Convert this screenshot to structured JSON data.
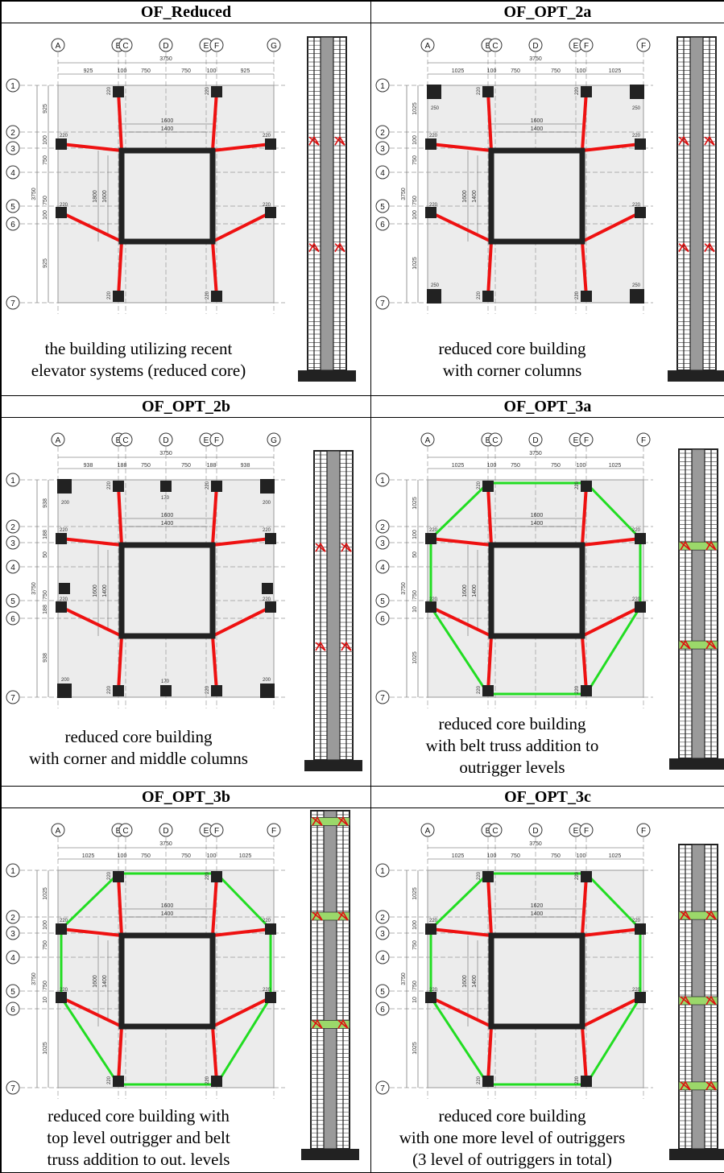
{
  "panels": [
    {
      "title": "OF_Reduced",
      "caption": [
        "the building utilizing recent",
        "elevator systems (reduced core)"
      ],
      "grid_cols": [
        "A",
        "B",
        "C",
        "D",
        "E",
        "F",
        "G"
      ],
      "grid_rows": [
        "1",
        "2",
        "3",
        "4",
        "5",
        "6",
        "7"
      ],
      "overall_dim": "3750",
      "top_dims": [
        "925",
        "100",
        "750",
        "750",
        "100",
        "925"
      ],
      "left_dims": [
        "925",
        "100",
        "750",
        "3750",
        "750",
        "100",
        "925"
      ],
      "inner_dims": [
        "1600",
        "1400",
        "1800",
        "1600"
      ],
      "col_dim": "220",
      "corner_columns": false,
      "middle_columns": false,
      "belt_truss": false,
      "outrigger_levels": [
        0.3,
        0.62
      ],
      "belt_levels": []
    },
    {
      "title": "OF_OPT_2a",
      "caption": [
        "reduced core building",
        "with corner columns"
      ],
      "grid_cols": [
        "A",
        "B",
        "C",
        "D",
        "E",
        "F",
        "F"
      ],
      "grid_rows": [
        "1",
        "2",
        "3",
        "4",
        "5",
        "6",
        "7"
      ],
      "overall_dim": "3750",
      "top_dims": [
        "1025",
        "100",
        "750",
        "750",
        "100",
        "1025"
      ],
      "left_dims": [
        "1025",
        "100",
        "750",
        "3750",
        "750",
        "100",
        "1025"
      ],
      "inner_dims": [
        "1600",
        "1400",
        "1600",
        "1400"
      ],
      "col_dim": "220",
      "corner_dim": "250",
      "corner_columns": true,
      "middle_columns": false,
      "belt_truss": false,
      "outrigger_levels": [
        0.3,
        0.62
      ],
      "belt_levels": []
    },
    {
      "title": "OF_OPT_2b",
      "caption": [
        "reduced core building",
        "with corner and middle columns"
      ],
      "grid_cols": [
        "A",
        "B",
        "C",
        "D",
        "E",
        "F",
        "G"
      ],
      "grid_rows": [
        "1",
        "2",
        "3",
        "4",
        "5",
        "6",
        "7"
      ],
      "overall_dim": "3750",
      "top_dims": [
        "938",
        "188",
        "750",
        "750",
        "188",
        "938"
      ],
      "left_dims": [
        "938",
        "188",
        "50",
        "3750",
        "750",
        "188",
        "938"
      ],
      "inner_dims": [
        "1600",
        "1400",
        "1600",
        "1400"
      ],
      "col_dim": "220",
      "corner_dim": "200",
      "mid_dim": "170",
      "corner_columns": true,
      "middle_columns": true,
      "belt_truss": false,
      "outrigger_levels": [
        0.3,
        0.62
      ],
      "belt_levels": []
    },
    {
      "title": "OF_OPT_3a",
      "caption": [
        "reduced core building",
        "with belt truss addition to",
        "outrigger levels"
      ],
      "grid_cols": [
        "A",
        "B",
        "C",
        "D",
        "E",
        "F",
        "F"
      ],
      "grid_rows": [
        "1",
        "2",
        "3",
        "4",
        "5",
        "6",
        "7"
      ],
      "overall_dim": "3750",
      "top_dims": [
        "1025",
        "100",
        "750",
        "750",
        "100",
        "1025"
      ],
      "left_dims": [
        "1025",
        "100",
        "50",
        "3750",
        "750",
        "10",
        "1025"
      ],
      "inner_dims": [
        "1600",
        "1400",
        "1600",
        "1400"
      ],
      "col_dim": "220",
      "corner_columns": false,
      "middle_columns": false,
      "belt_truss": true,
      "outrigger_levels": [
        0.3,
        0.62
      ],
      "belt_levels": [
        0.3,
        0.62
      ]
    },
    {
      "title": "OF_OPT_3b",
      "caption": [
        "reduced core building with",
        "top level outrigger and belt",
        "truss addition to out. levels"
      ],
      "grid_cols": [
        "A",
        "B",
        "C",
        "D",
        "E",
        "F",
        "F"
      ],
      "grid_rows": [
        "1",
        "2",
        "3",
        "4",
        "5",
        "6",
        "7"
      ],
      "overall_dim": "3750",
      "top_dims": [
        "1025",
        "100",
        "750",
        "750",
        "100",
        "1025"
      ],
      "left_dims": [
        "1025",
        "100",
        "750",
        "3750",
        "750",
        "10",
        "1025"
      ],
      "inner_dims": [
        "1600",
        "1400",
        "1600",
        "1400"
      ],
      "col_dim": "220",
      "corner_columns": false,
      "middle_columns": false,
      "belt_truss": true,
      "outrigger_levels": [
        0.02,
        0.3,
        0.62
      ],
      "belt_levels": [
        0.02,
        0.3,
        0.62
      ]
    },
    {
      "title": "OF_OPT_3c",
      "caption": [
        "reduced core building",
        "with one more level of outriggers",
        "(3 level of outriggers in total)"
      ],
      "grid_cols": [
        "A",
        "B",
        "C",
        "D",
        "E",
        "F",
        "F"
      ],
      "grid_rows": [
        "1",
        "2",
        "3",
        "4",
        "5",
        "6",
        "7"
      ],
      "overall_dim": "3750",
      "top_dims": [
        "1025",
        "100",
        "750",
        "750",
        "100",
        "1025"
      ],
      "left_dims": [
        "1025",
        "100",
        "750",
        "3750",
        "750",
        "10",
        "1025"
      ],
      "inner_dims": [
        "1620",
        "1400",
        "1600",
        "1400"
      ],
      "col_dim": "220",
      "corner_columns": false,
      "middle_columns": false,
      "belt_truss": true,
      "outrigger_levels": [
        0.22,
        0.5,
        0.78
      ],
      "belt_levels": [
        0.22,
        0.5,
        0.78
      ]
    }
  ]
}
